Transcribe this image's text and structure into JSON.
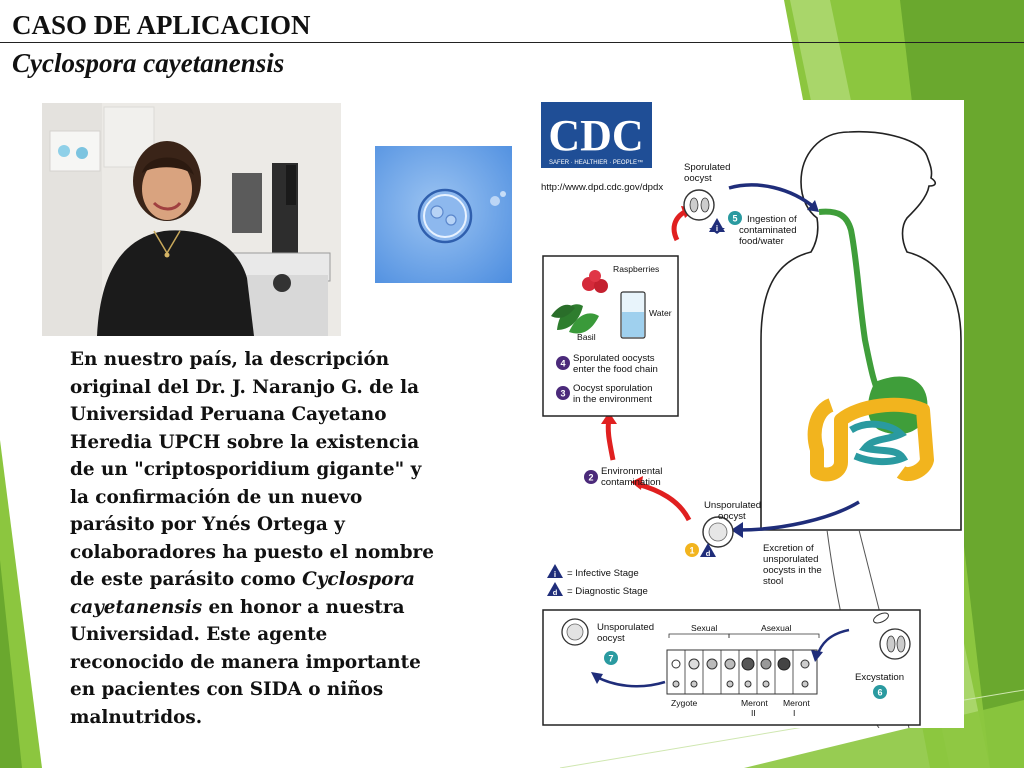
{
  "slide": {
    "title": "CASO DE APLICACION",
    "subtitle": "Cyclospora cayetanensis",
    "paragraph": {
      "lines": [
        "En nuestro país, la descripción",
        "original del Dr. J. Naranjo G. de la",
        "Universidad Peruana Cayetano",
        "Heredia UPCH sobre la existencia",
        "de un \"criptosporidium gigante\" y",
        "la confirmación de un nuevo",
        "parásito por Ynés Ortega y",
        "colaboradores ha puesto el nombre",
        "de este parásito como "
      ],
      "italic_a": "Cyclospora",
      "italic_b": "cayetanensis",
      "after_italic": " en honor a nuestra",
      "tail_lines": [
        "Universidad. Este agente",
        "reconocido de manera importante",
        "en pacientes con SIDA o niños",
        "malnutridos."
      ]
    }
  },
  "diagram": {
    "logo": {
      "text": "CDC",
      "tagline": "SAFER · HEALTHIER · PEOPLE™",
      "url": "http://www.dpd.cdc.gov/dpdx"
    },
    "sporulated": {
      "line1": "Sporulated",
      "line2": "oocyst"
    },
    "step5": {
      "num": "5",
      "line1": "Ingestion of",
      "line2": "contaminated",
      "line3": "food/water"
    },
    "infective_marker": "i",
    "diagnostic_marker": "d",
    "box": {
      "raspberries": "Raspberries",
      "water": "Water",
      "basil": "Basil",
      "step4": {
        "num": "4",
        "line1": "Sporulated oocysts",
        "line2": "enter the food chain"
      },
      "step3": {
        "num": "3",
        "line1": "Oocyst sporulation",
        "line2": "in the environment"
      }
    },
    "step2": {
      "num": "2",
      "line1": "Environmental",
      "line2": "contamination"
    },
    "unsporulated": {
      "line1": "Unsporulated",
      "line2": "oocyst"
    },
    "step1": {
      "num": "1",
      "line1": "Excretion of",
      "line2": "unsporulated",
      "line3": "oocysts in the",
      "line4": "stool"
    },
    "legend": {
      "infective": "= Infective Stage",
      "diagnostic": "= Diagnostic Stage"
    },
    "lower": {
      "unsporulated1": "Unsporulated",
      "unsporulated2": "oocyst",
      "step7": "7",
      "sexual": "Sexual",
      "asexual": "Asexual",
      "zygote": "Zygote",
      "meront2a": "Meront",
      "meront2b": "II",
      "meront1a": "Meront",
      "meront1b": "I",
      "excystation": "Excystation",
      "step6": "6"
    }
  },
  "colors": {
    "purple": "#4b2a7a",
    "green": "#7fbf3f",
    "red": "#e02020",
    "navy": "#1f2d7a",
    "teal": "#2a9aa0",
    "gold": "#f2b41e",
    "stomach": "#3f9e3a"
  }
}
